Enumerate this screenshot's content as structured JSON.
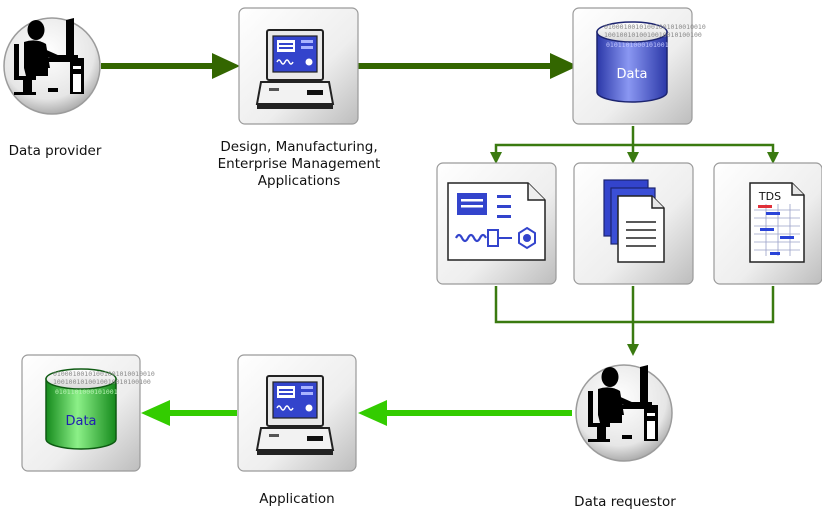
{
  "nodes": {
    "data_provider": {
      "label": "Data provider",
      "icon": "user-at-computer-icon"
    },
    "design_apps": {
      "label_lines": [
        "Design, Manufacturing,",
        "Enterprise Management",
        "Applications"
      ],
      "icon": "computer-workstation-icon"
    },
    "data_store_top": {
      "text": "Data",
      "icon": "database-cylinder-icon",
      "binary_digits": "01000100101001001010010010"
    },
    "doc_drawing": {
      "icon": "engineering-drawing-icon"
    },
    "doc_pages": {
      "icon": "document-stack-icon"
    },
    "doc_tds": {
      "text": "TDS",
      "icon": "tds-datasheet-icon"
    },
    "data_requestor": {
      "label": "Data requestor",
      "icon": "user-at-computer-icon"
    },
    "application": {
      "label": "Application",
      "icon": "computer-workstation-icon"
    },
    "data_store_bottom": {
      "text": "Data",
      "icon": "database-cylinder-icon",
      "binary_digits": "01000100101001001010010010"
    }
  },
  "colors": {
    "flow_dark": "#336600",
    "flow_light": "#33cc00",
    "connector": "#3a7a10",
    "db_top_fill": "#7a88e8",
    "db_bottom_fill": "#3ec44a",
    "db_text_top": "#ffffff",
    "db_text_bottom": "#2020b0",
    "screen_blue": "#3344cc",
    "panel_border": "#9a9a9a"
  }
}
